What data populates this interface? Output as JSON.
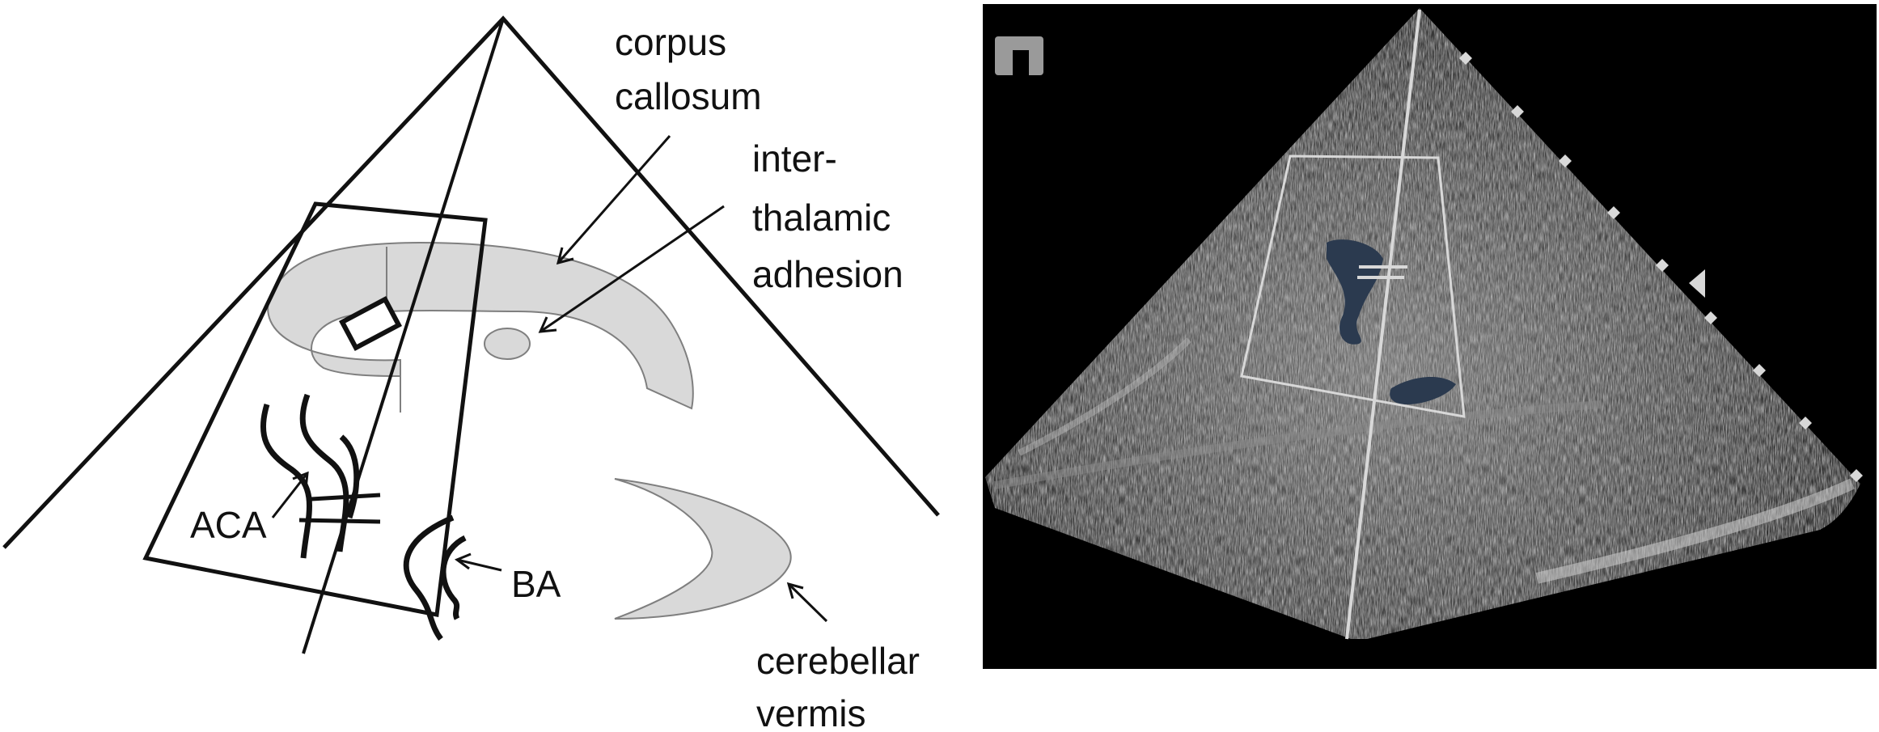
{
  "colors": {
    "stroke": "#111111",
    "structure_fill": "#d9d9d9",
    "structure_stroke": "#7f7f7f",
    "ultrasound_background": "#000000",
    "ultrasound_overlay": "#d8d8d8",
    "doppler_flow": "#2b3a4f"
  },
  "labels": {
    "corpus_callosum_line1": "corpus",
    "corpus_callosum_line2": "callosum",
    "interthalamic_line1": "inter-",
    "interthalamic_line2": "thalamic",
    "interthalamic_line3": "adhesion",
    "aca": "ACA",
    "ba": "BA",
    "cerebellar_line1": "cerebellar",
    "cerebellar_line2": "vermis"
  },
  "icons": {
    "ultrasound_orientation": "orientation-marker-icon",
    "focus_marker": "focus-triangle-icon"
  }
}
